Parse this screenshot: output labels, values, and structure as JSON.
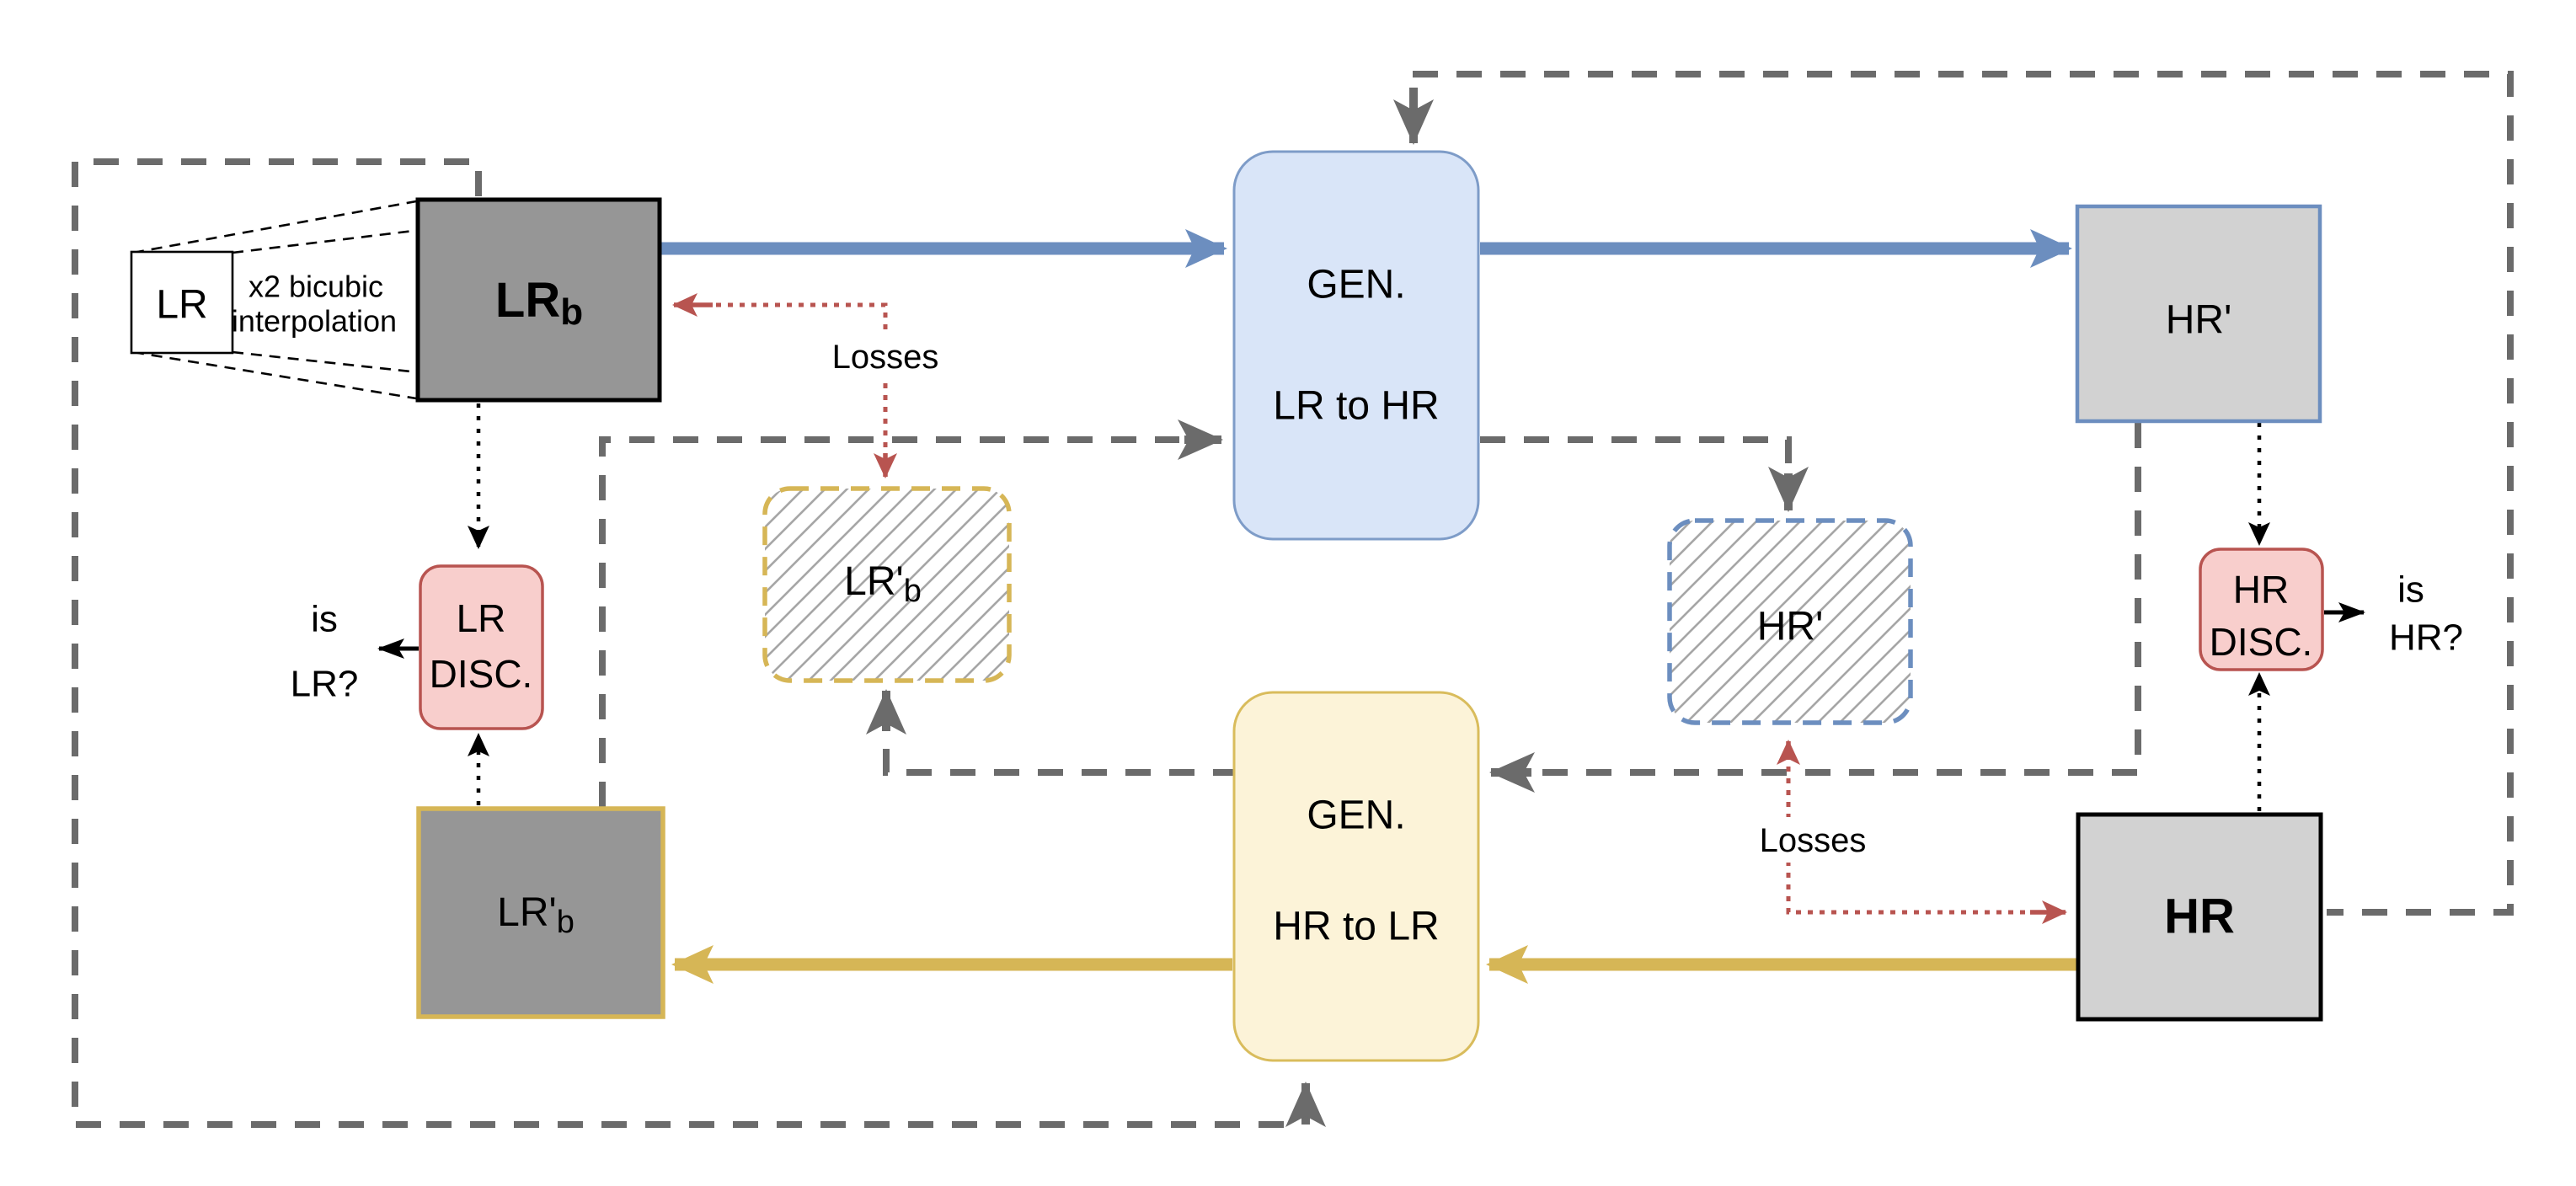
{
  "nodes": {
    "lr": {
      "label": "LR"
    },
    "interp": {
      "line1": "x2 bicubic",
      "line2": "interpolation"
    },
    "lrb": {
      "main": "LR",
      "sub": "b"
    },
    "gen_lr_hr": {
      "line1": "GEN.",
      "line2": "LR to HR"
    },
    "hr_prime": {
      "label": "HR'"
    },
    "lrb_prime_hatched": {
      "main": "LR'",
      "sub": "b"
    },
    "hr_prime_hatched": {
      "label": "HR'"
    },
    "gen_hr_lr": {
      "line1": "GEN.",
      "line2": "HR to LR"
    },
    "lrb_prime": {
      "main": "LR'",
      "sub": "b"
    },
    "hr": {
      "label": "HR"
    },
    "lr_disc": {
      "line1": "LR",
      "line2": "DISC."
    },
    "hr_disc": {
      "line1": "HR",
      "line2": "DISC."
    }
  },
  "labels": {
    "losses_left": "Losses",
    "losses_right": "Losses",
    "is_lr_line1": "is",
    "is_lr_line2": "LR?",
    "is_hr_line1": "is",
    "is_hr_line2": "HR?"
  },
  "colors": {
    "blue": "#6C8EBF",
    "blue_box_fill": "#D9E5F8",
    "blue_box_border": "#7E9CC8",
    "yellow": "#D6B656",
    "yellow_box_fill": "#FCF3D8",
    "yellow_box_border": "#D9BC5C",
    "pink_fill": "#F8CECC",
    "pink_border": "#B85450",
    "red": "#B85450",
    "gray_dark_fill": "#969696",
    "gray_light_fill": "#D2D2D2",
    "dash_gray": "#6B6B6B",
    "hatch_gray": "#A6A6A6",
    "black": "#000000"
  }
}
